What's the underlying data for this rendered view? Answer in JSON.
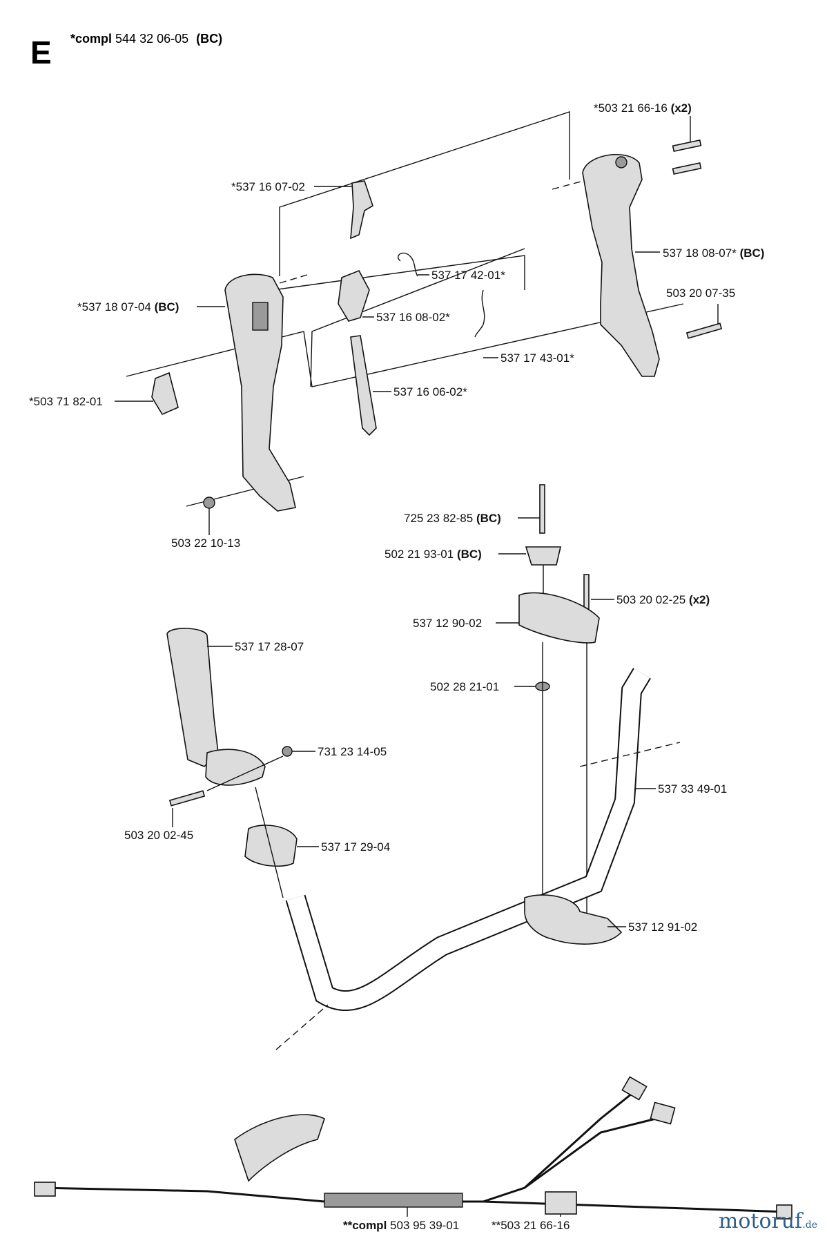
{
  "section": {
    "letter": "E",
    "header": {
      "prefix": "*compl",
      "number": "544 32 06-05",
      "suffix": "(BC)"
    }
  },
  "labels": {
    "l01": {
      "text": "*503 21 66-16",
      "bold": "(x2)"
    },
    "l02": {
      "text": "*537 16 07-02",
      "bold": ""
    },
    "l03": {
      "text": "537 18 08-07*",
      "bold": "(BC)"
    },
    "l04": {
      "text": "537 17 42-01*",
      "bold": ""
    },
    "l05": {
      "text": "*537 18 07-04",
      "bold": "(BC)"
    },
    "l06": {
      "text": "537 16 08-02*",
      "bold": ""
    },
    "l07": {
      "text": "503 20 07-35",
      "bold": ""
    },
    "l08": {
      "text": "537 17 43-01*",
      "bold": ""
    },
    "l09": {
      "text": "*503 71 82-01",
      "bold": ""
    },
    "l10": {
      "text": "537 16 06-02*",
      "bold": ""
    },
    "l11": {
      "text": "503 22 10-13",
      "bold": ""
    },
    "l12": {
      "text": "725 23 82-85",
      "bold": "(BC)"
    },
    "l13": {
      "text": "502 21 93-01",
      "bold": "(BC)"
    },
    "l14": {
      "text": "503 20 02-25",
      "bold": "(x2)"
    },
    "l15": {
      "text": "537 12 90-02",
      "bold": ""
    },
    "l16": {
      "text": "537 17 28-07",
      "bold": ""
    },
    "l17": {
      "text": "502 28 21-01",
      "bold": ""
    },
    "l18": {
      "text": "731 23 14-05",
      "bold": ""
    },
    "l19": {
      "text": "537 33 49-01",
      "bold": ""
    },
    "l20": {
      "text": "503 20 02-45",
      "bold": ""
    },
    "l21": {
      "text": "537 17 29-04",
      "bold": ""
    },
    "l22": {
      "text": "537 12 91-02",
      "bold": ""
    },
    "l23": {
      "prefix": "**compl",
      "text": "503 95 39-01"
    },
    "l24": {
      "text": "**503 21 66-16"
    }
  },
  "watermark": {
    "brand": "motoruf",
    "tld": ".de"
  }
}
